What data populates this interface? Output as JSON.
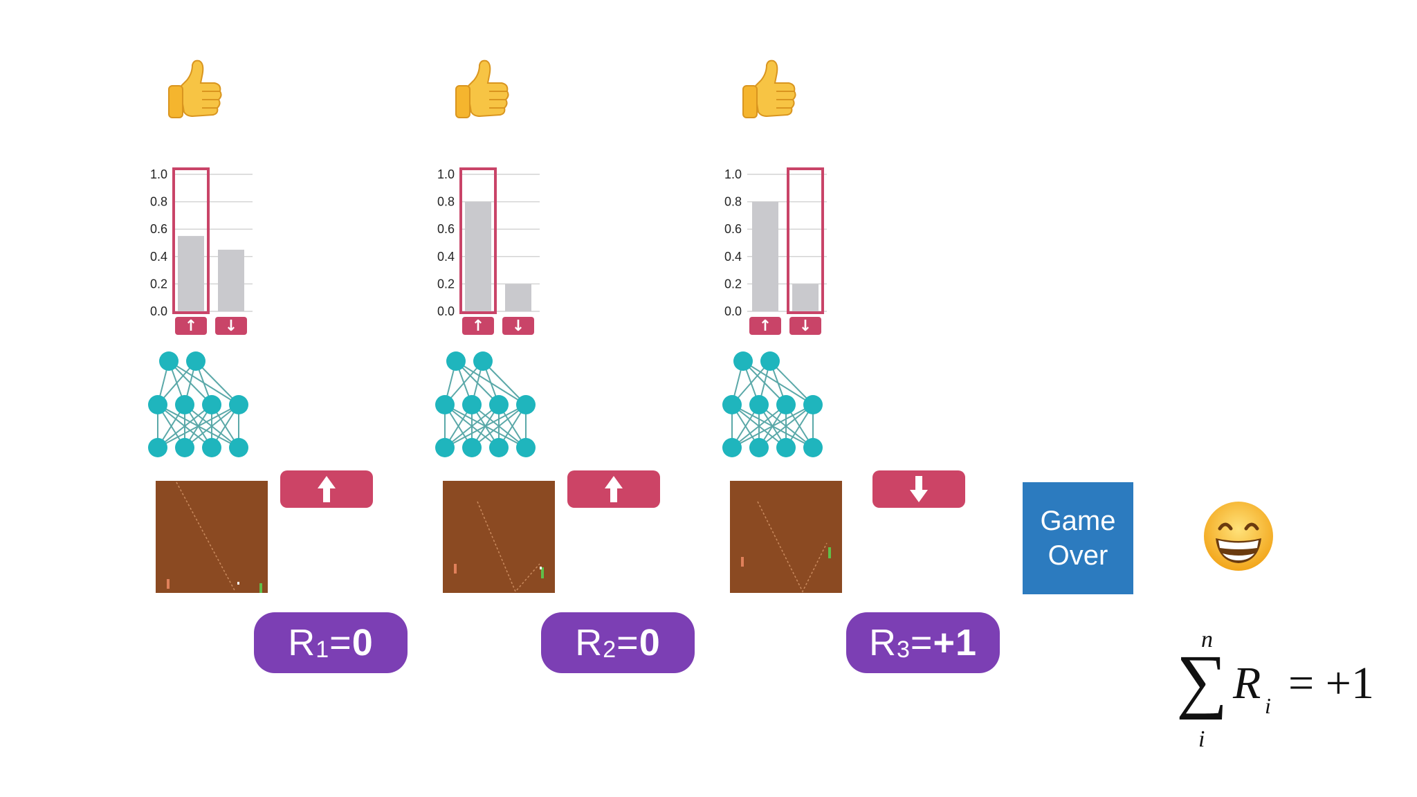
{
  "colors": {
    "bar": "#c9c9cd",
    "highlight": "#c94468",
    "action_button": "#cc4466",
    "neuron": "#1fb5bd",
    "edge": "#5aa8a8",
    "frame_bg": "#8b4a22",
    "reward_pill": "#7c3fb4",
    "game_over": "#2c7bbf"
  },
  "icons": {
    "approval": "thumbs-up-icon",
    "result": "grinning-face-icon",
    "up": "arrow-up-icon",
    "down": "arrow-down-icon"
  },
  "steps": [
    {
      "thumb": "👍",
      "chart_data": {
        "type": "bar",
        "categories": [
          "↑",
          "↓"
        ],
        "values": [
          0.55,
          0.45
        ],
        "ylim": [
          0,
          1
        ],
        "yticks": [
          "0.0",
          "0.2",
          "0.4",
          "0.6",
          "0.8",
          "1.0"
        ],
        "grid": true,
        "selected": 0
      },
      "action": "up",
      "reward": {
        "prefix": "R",
        "index": "1",
        "equals": "=",
        "value": "0"
      }
    },
    {
      "thumb": "👍",
      "chart_data": {
        "type": "bar",
        "categories": [
          "↑",
          "↓"
        ],
        "values": [
          0.8,
          0.2
        ],
        "ylim": [
          0,
          1
        ],
        "yticks": [
          "0.0",
          "0.2",
          "0.4",
          "0.6",
          "0.8",
          "1.0"
        ],
        "grid": true,
        "selected": 0
      },
      "action": "up",
      "reward": {
        "prefix": "R",
        "index": "2",
        "equals": "=",
        "value": "0"
      }
    },
    {
      "thumb": "👍",
      "chart_data": {
        "type": "bar",
        "categories": [
          "↑",
          "↓"
        ],
        "values": [
          0.8,
          0.2
        ],
        "ylim": [
          0,
          1
        ],
        "yticks": [
          "0.0",
          "0.2",
          "0.4",
          "0.6",
          "0.8",
          "1.0"
        ],
        "grid": true,
        "selected": 1
      },
      "action": "down",
      "reward": {
        "prefix": "R",
        "index": "3",
        "equals": "=",
        "value": "+1"
      }
    }
  ],
  "game_over": {
    "line1": "Game",
    "line2": "Over"
  },
  "result_emoji": "😁",
  "formula": {
    "sigma": "∑",
    "upper": "n",
    "lower": "i",
    "var": "R",
    "sub": "i",
    "equals": "= +1"
  }
}
